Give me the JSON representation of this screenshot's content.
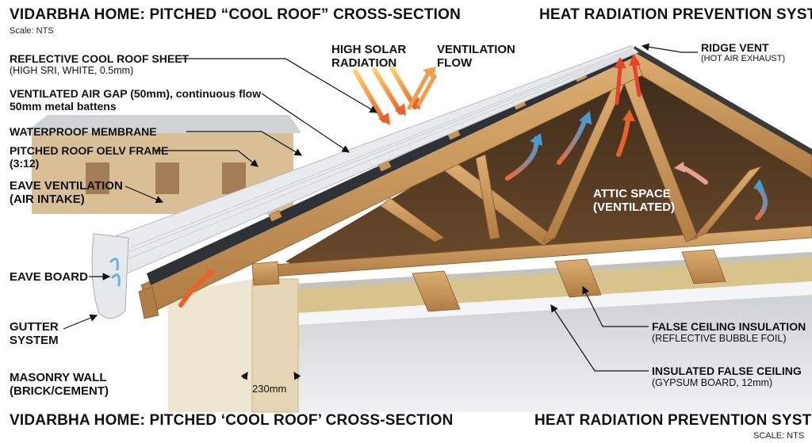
{
  "header": {
    "top_left": "VIDARBHA HOME: PITCHED “COOL ROOF” CROSS-SECTION",
    "top_right": "HEAT RADIATION PREVENTION SYSTEM",
    "top_scale": "Scale: NTS",
    "bottom_left": "VIDARBHA HOME: PITCHED ‘COOL ROOF’ CROSS-SECTION",
    "bottom_right": "HEAT RADIATION PREVENTION SYSTEM",
    "bottom_scale": "SCALE: NTS"
  },
  "labels": {
    "reflective_sheet": {
      "main": "REFLECTIVE COOL ROOF SHEET",
      "sub": "(HIGH SRI, WHITE, 0.5mm)"
    },
    "air_gap": {
      "main": "VENTILATED AIR GAP (50mm), continuous flow",
      "sub": "50mm metal battens"
    },
    "membrane": {
      "main": "WATERPROOF MEMBRANE"
    },
    "frame": {
      "main": "PITCHED ROOF OELV FRAME",
      "sub": "(3:12)"
    },
    "eave_vent": {
      "main": "EAVE VENTILATION",
      "sub": "(AIR INTAKE)"
    },
    "eave_board": {
      "main": "EAVE BOARD"
    },
    "gutter": {
      "main": "GUTTER",
      "sub": "SYSTEM"
    },
    "masonry": {
      "main": "MASONRY WALL",
      "sub": "(BRICK/CEMENT)"
    },
    "wall_dim": "230mm",
    "solar": {
      "main": "HIGH SOLAR",
      "sub": "RADIATION"
    },
    "vent_flow": {
      "main": "VENTILATION",
      "sub": "FLOW"
    },
    "ridge_vent": {
      "main": "RIDGE VENT",
      "sub": "(HOT AIR EXHAUST)"
    },
    "attic": {
      "main": "ATTIC SPACE",
      "sub": "(VENTILATED)"
    },
    "false_ins": {
      "main": "FALSE CEILING INSULATION",
      "sub": "(REFLECTIVE BUBBLE FOIL)"
    },
    "ins_ceiling": {
      "main": "INSULATED FALSE CEILING",
      "sub": "(GYPSUM BOARD, 12mm)"
    }
  },
  "colors": {
    "roof_sheet": "#eef0f2",
    "timber": "#c8965a",
    "timber_dark": "#8a5a2c",
    "wall": "#e9dcc0",
    "insulation": "#d9c48e",
    "hot_arrow": "#e8622a",
    "cool_arrow": "#4a9ad6"
  }
}
